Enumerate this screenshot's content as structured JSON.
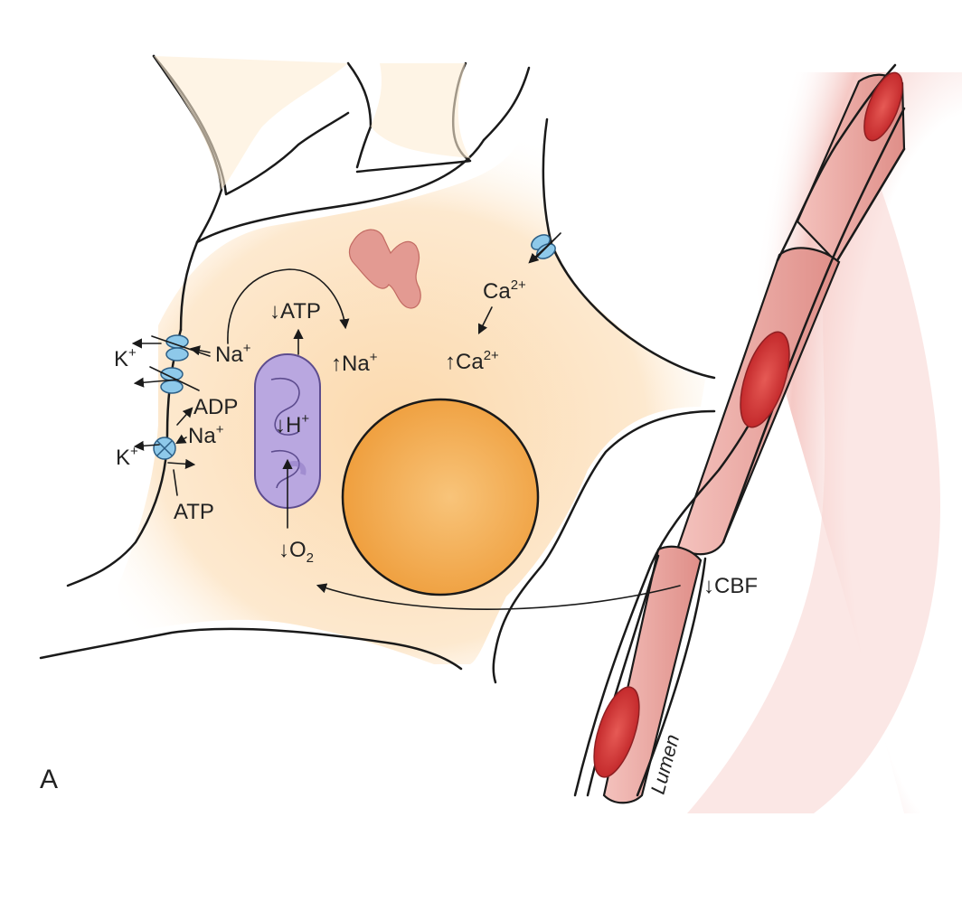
{
  "panel_label": "A",
  "labels": {
    "k_plus_1": "K",
    "k_plus_1_sup": "+",
    "na_plus_1": "Na",
    "na_plus_1_sup": "+",
    "adp": "ADP",
    "na_plus_2": "Na",
    "na_plus_2_sup": "+",
    "k_plus_2": "K",
    "k_plus_2_sup": "+",
    "atp": "ATP",
    "down_atp": "↓ATP",
    "up_na": "↑Na",
    "up_na_sup": "+",
    "down_h": "↓H",
    "down_h_sup": "+",
    "down_o2": "↓O",
    "down_o2_sub": "2",
    "ca": "Ca",
    "ca_sup": "2+",
    "up_ca": "↑Ca",
    "up_ca_sup": "2+",
    "down_cbf": "↓CBF",
    "lumen": "Lumen"
  },
  "colors": {
    "cytoplasm": "#fbe2bf",
    "nucleus": "#f2a94a",
    "mitochondrion": "#b9a7e0",
    "vessel": "#e8a7a2",
    "vessel_nucleus": "#cc3a3a",
    "channel": "#8ec9ea",
    "golgi": "#e08a82"
  },
  "icons": [
    "ion-channel-icon",
    "na-k-pump-icon"
  ]
}
